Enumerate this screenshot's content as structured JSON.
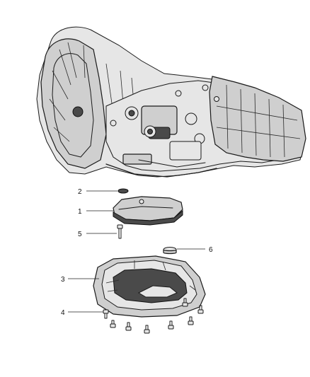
{
  "callouts": [
    {
      "id": "2",
      "label": "2",
      "part": "o-ring"
    },
    {
      "id": "1",
      "label": "1",
      "part": "filter"
    },
    {
      "id": "5",
      "label": "5",
      "part": "bolt"
    },
    {
      "id": "6",
      "label": "6",
      "part": "magnet"
    },
    {
      "id": "3",
      "label": "3",
      "part": "oil-pan"
    },
    {
      "id": "4",
      "label": "4",
      "part": "pan-bolts"
    }
  ]
}
